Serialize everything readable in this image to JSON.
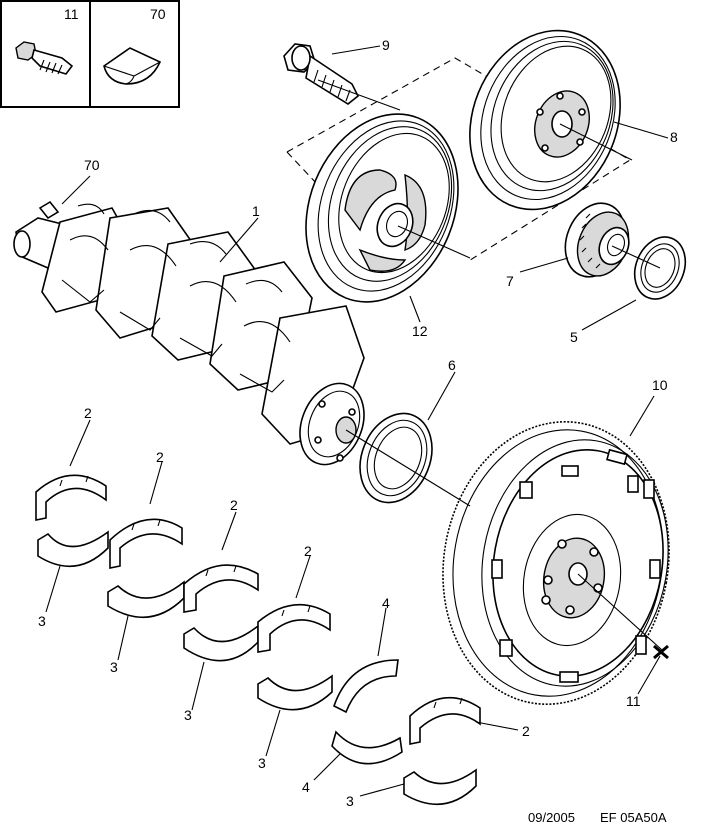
{
  "inset": {
    "box1_ref": "11",
    "box2_ref": "70"
  },
  "callouts": {
    "c9": "9",
    "c8": "8",
    "c70": "70",
    "c1": "1",
    "c7": "7",
    "c12": "12",
    "c5": "5",
    "c6": "6",
    "c10": "10",
    "c2a": "2",
    "c2b": "2",
    "c2c": "2",
    "c2d": "2",
    "c2e": "2",
    "c3a": "3",
    "c3b": "3",
    "c3c": "3",
    "c3d": "3",
    "c3e": "3",
    "c4a": "4",
    "c4b": "4",
    "c11": "11"
  },
  "footer": {
    "date": "09/2005",
    "code": "EF 05A50A"
  }
}
